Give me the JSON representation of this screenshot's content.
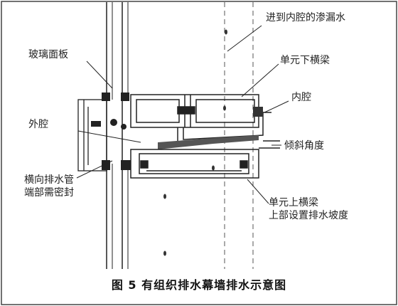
{
  "diagram": {
    "labels": {
      "leak_water": "进到内腔的渗漏水",
      "glass_panel": "玻璃面板",
      "lower_beam": "单元下横梁",
      "inner_cavity": "内腔",
      "outer_cavity": "外腔",
      "tilt_angle": "倾斜角度",
      "drain_pipe_line1": "横向排水管",
      "drain_pipe_line2": "端部需密封",
      "upper_beam_line1": "单元上横梁",
      "upper_beam_line2": "上部设置排水坡度"
    },
    "caption": "图 5    有组织排水幕墙排水示意图"
  }
}
